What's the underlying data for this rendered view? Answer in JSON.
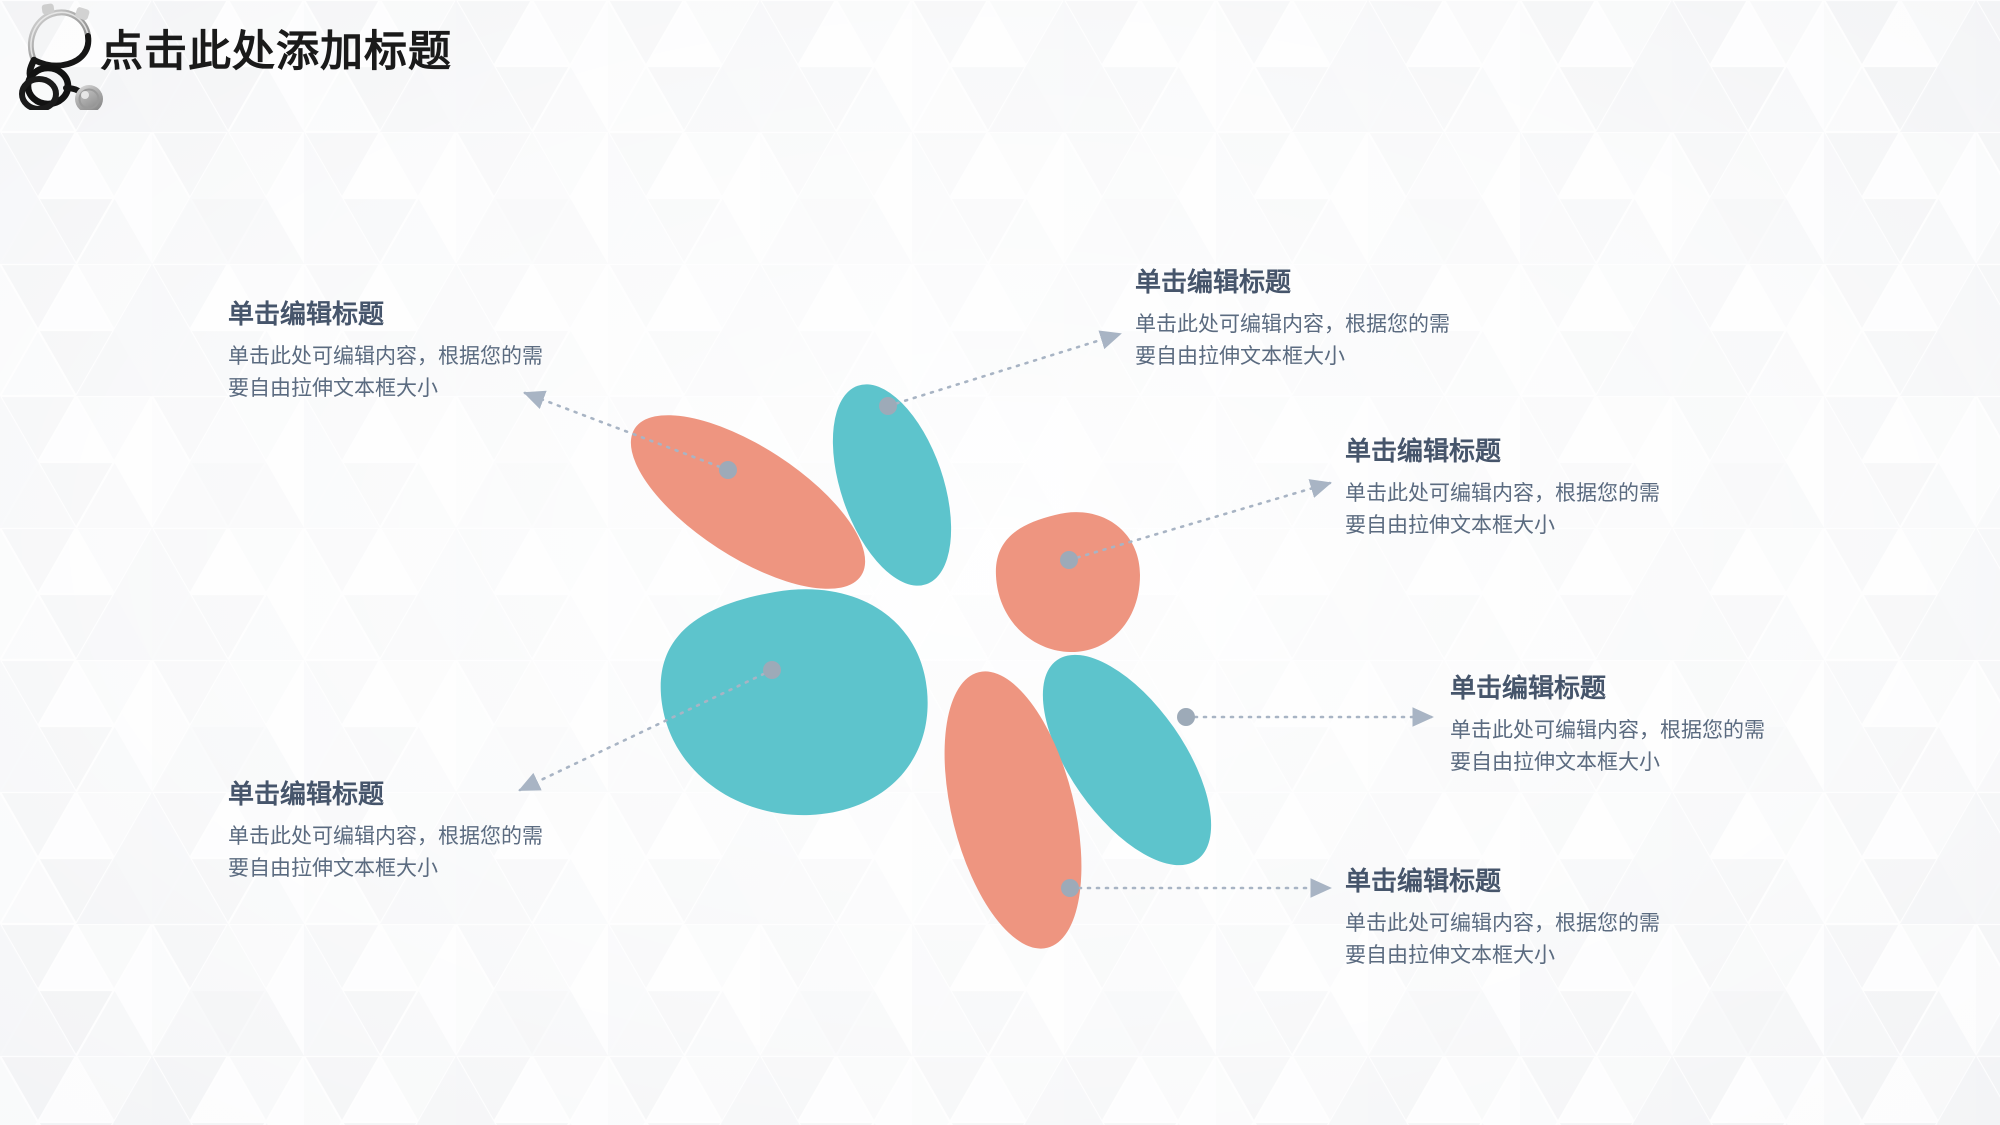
{
  "slide": {
    "title": "点击此处添加标题",
    "title_color": "#1a1a1a",
    "background_color": "#fcfcfd",
    "icon": "stethoscope-icon"
  },
  "theme": {
    "petal_orange": "#ee9580",
    "petal_teal": "#5dc4cc",
    "connector_color": "#a8b4c4",
    "dot_color": "#9daab8",
    "heading_color": "#46556b",
    "body_color": "#5b6b80",
    "pattern_color": "#eceef0"
  },
  "callouts": [
    {
      "id": "callout-top-left",
      "heading": "单击编辑标题",
      "body_line1": "单击此处可编辑内容，根据您的需",
      "body_line2": "要自由拉伸文本框大小",
      "align": "left",
      "petal": "orange-upper-left"
    },
    {
      "id": "callout-top-right",
      "heading": "单击编辑标题",
      "body_line1": "单击此处可编辑内容，根据您的需",
      "body_line2": "要自由拉伸文本框大小",
      "align": "left",
      "petal": "teal-upper-center"
    },
    {
      "id": "callout-mid-right",
      "heading": "单击编辑标题",
      "body_line1": "单击此处可编辑内容，根据您的需",
      "body_line2": "要自由拉伸文本框大小",
      "align": "left",
      "petal": "orange-upper-right"
    },
    {
      "id": "callout-right",
      "heading": "单击编辑标题",
      "body_line1": "单击此处可编辑内容，根据您的需",
      "body_line2": "要自由拉伸文本框大小",
      "align": "left",
      "petal": "teal-lower-right"
    },
    {
      "id": "callout-bottom-right",
      "heading": "单击编辑标题",
      "body_line1": "单击此处可编辑内容，根据您的需",
      "body_line2": "要自由拉伸文本框大小",
      "align": "left",
      "petal": "orange-lower-center"
    },
    {
      "id": "callout-bottom-left",
      "heading": "单击编辑标题",
      "body_line1": "单击此处可编辑内容，根据您的需",
      "body_line2": "要自由拉伸文本框大小",
      "align": "left",
      "petal": "teal-lower-left"
    }
  ],
  "petals": [
    {
      "name": "orange-upper-left",
      "color": "#ee9580"
    },
    {
      "name": "teal-upper-center",
      "color": "#5dc4cc"
    },
    {
      "name": "orange-upper-right",
      "color": "#ee9580"
    },
    {
      "name": "teal-lower-right",
      "color": "#5dc4cc"
    },
    {
      "name": "orange-lower-center",
      "color": "#ee9580"
    },
    {
      "name": "teal-lower-left",
      "color": "#5dc4cc"
    }
  ]
}
